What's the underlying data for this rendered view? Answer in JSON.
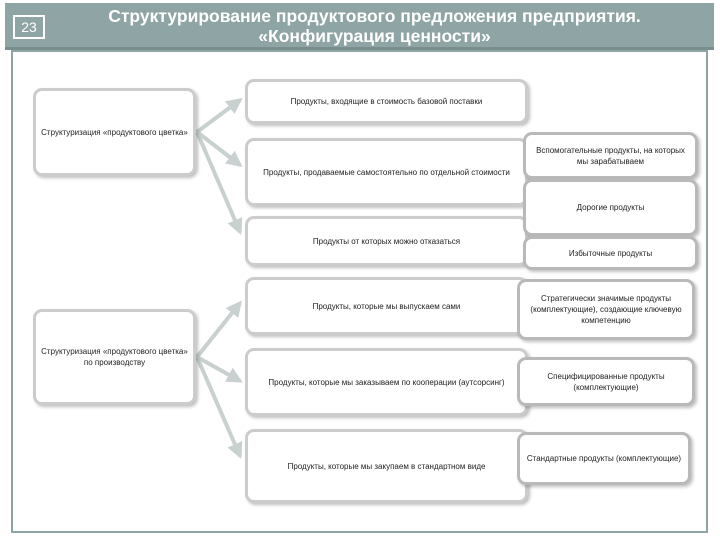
{
  "header": {
    "slide_number": "23",
    "title_line1": "Структурирование продуктового предложения предприятия.",
    "title_line2": "«Конфигурация ценности»"
  },
  "left_nodes": [
    "Структуризация «продуктового цветка»",
    "Структуризация «продуктового цветка» по производству"
  ],
  "middle_nodes": [
    "Продукты, входящие в стоимость базовой поставки",
    "Продукты, продаваемые самостоятельно по отдельной стоимости",
    "Продукты от которых можно отказаться",
    "Продукты, которые мы выпускаем сами",
    "Продукты, которые мы заказываем по кооперации (аутсорсинг)",
    "Продукты, которые мы закупаем в стандартном виде"
  ],
  "right_nodes": [
    "Вспомогательные продукты, на которых мы зарабатываем",
    "Дорогие продукты",
    "Избыточные продукты",
    "Стратегически значимые продукты (комплектующие), создающие ключевую компетенцию",
    "Специфицированные продукты (комплектующие)",
    "Стандартные продукты (комплектующие)"
  ],
  "colors": {
    "header_bg": "#8fa4a4",
    "node_border": "#cccccc",
    "arrow": "#c8d0d0"
  }
}
